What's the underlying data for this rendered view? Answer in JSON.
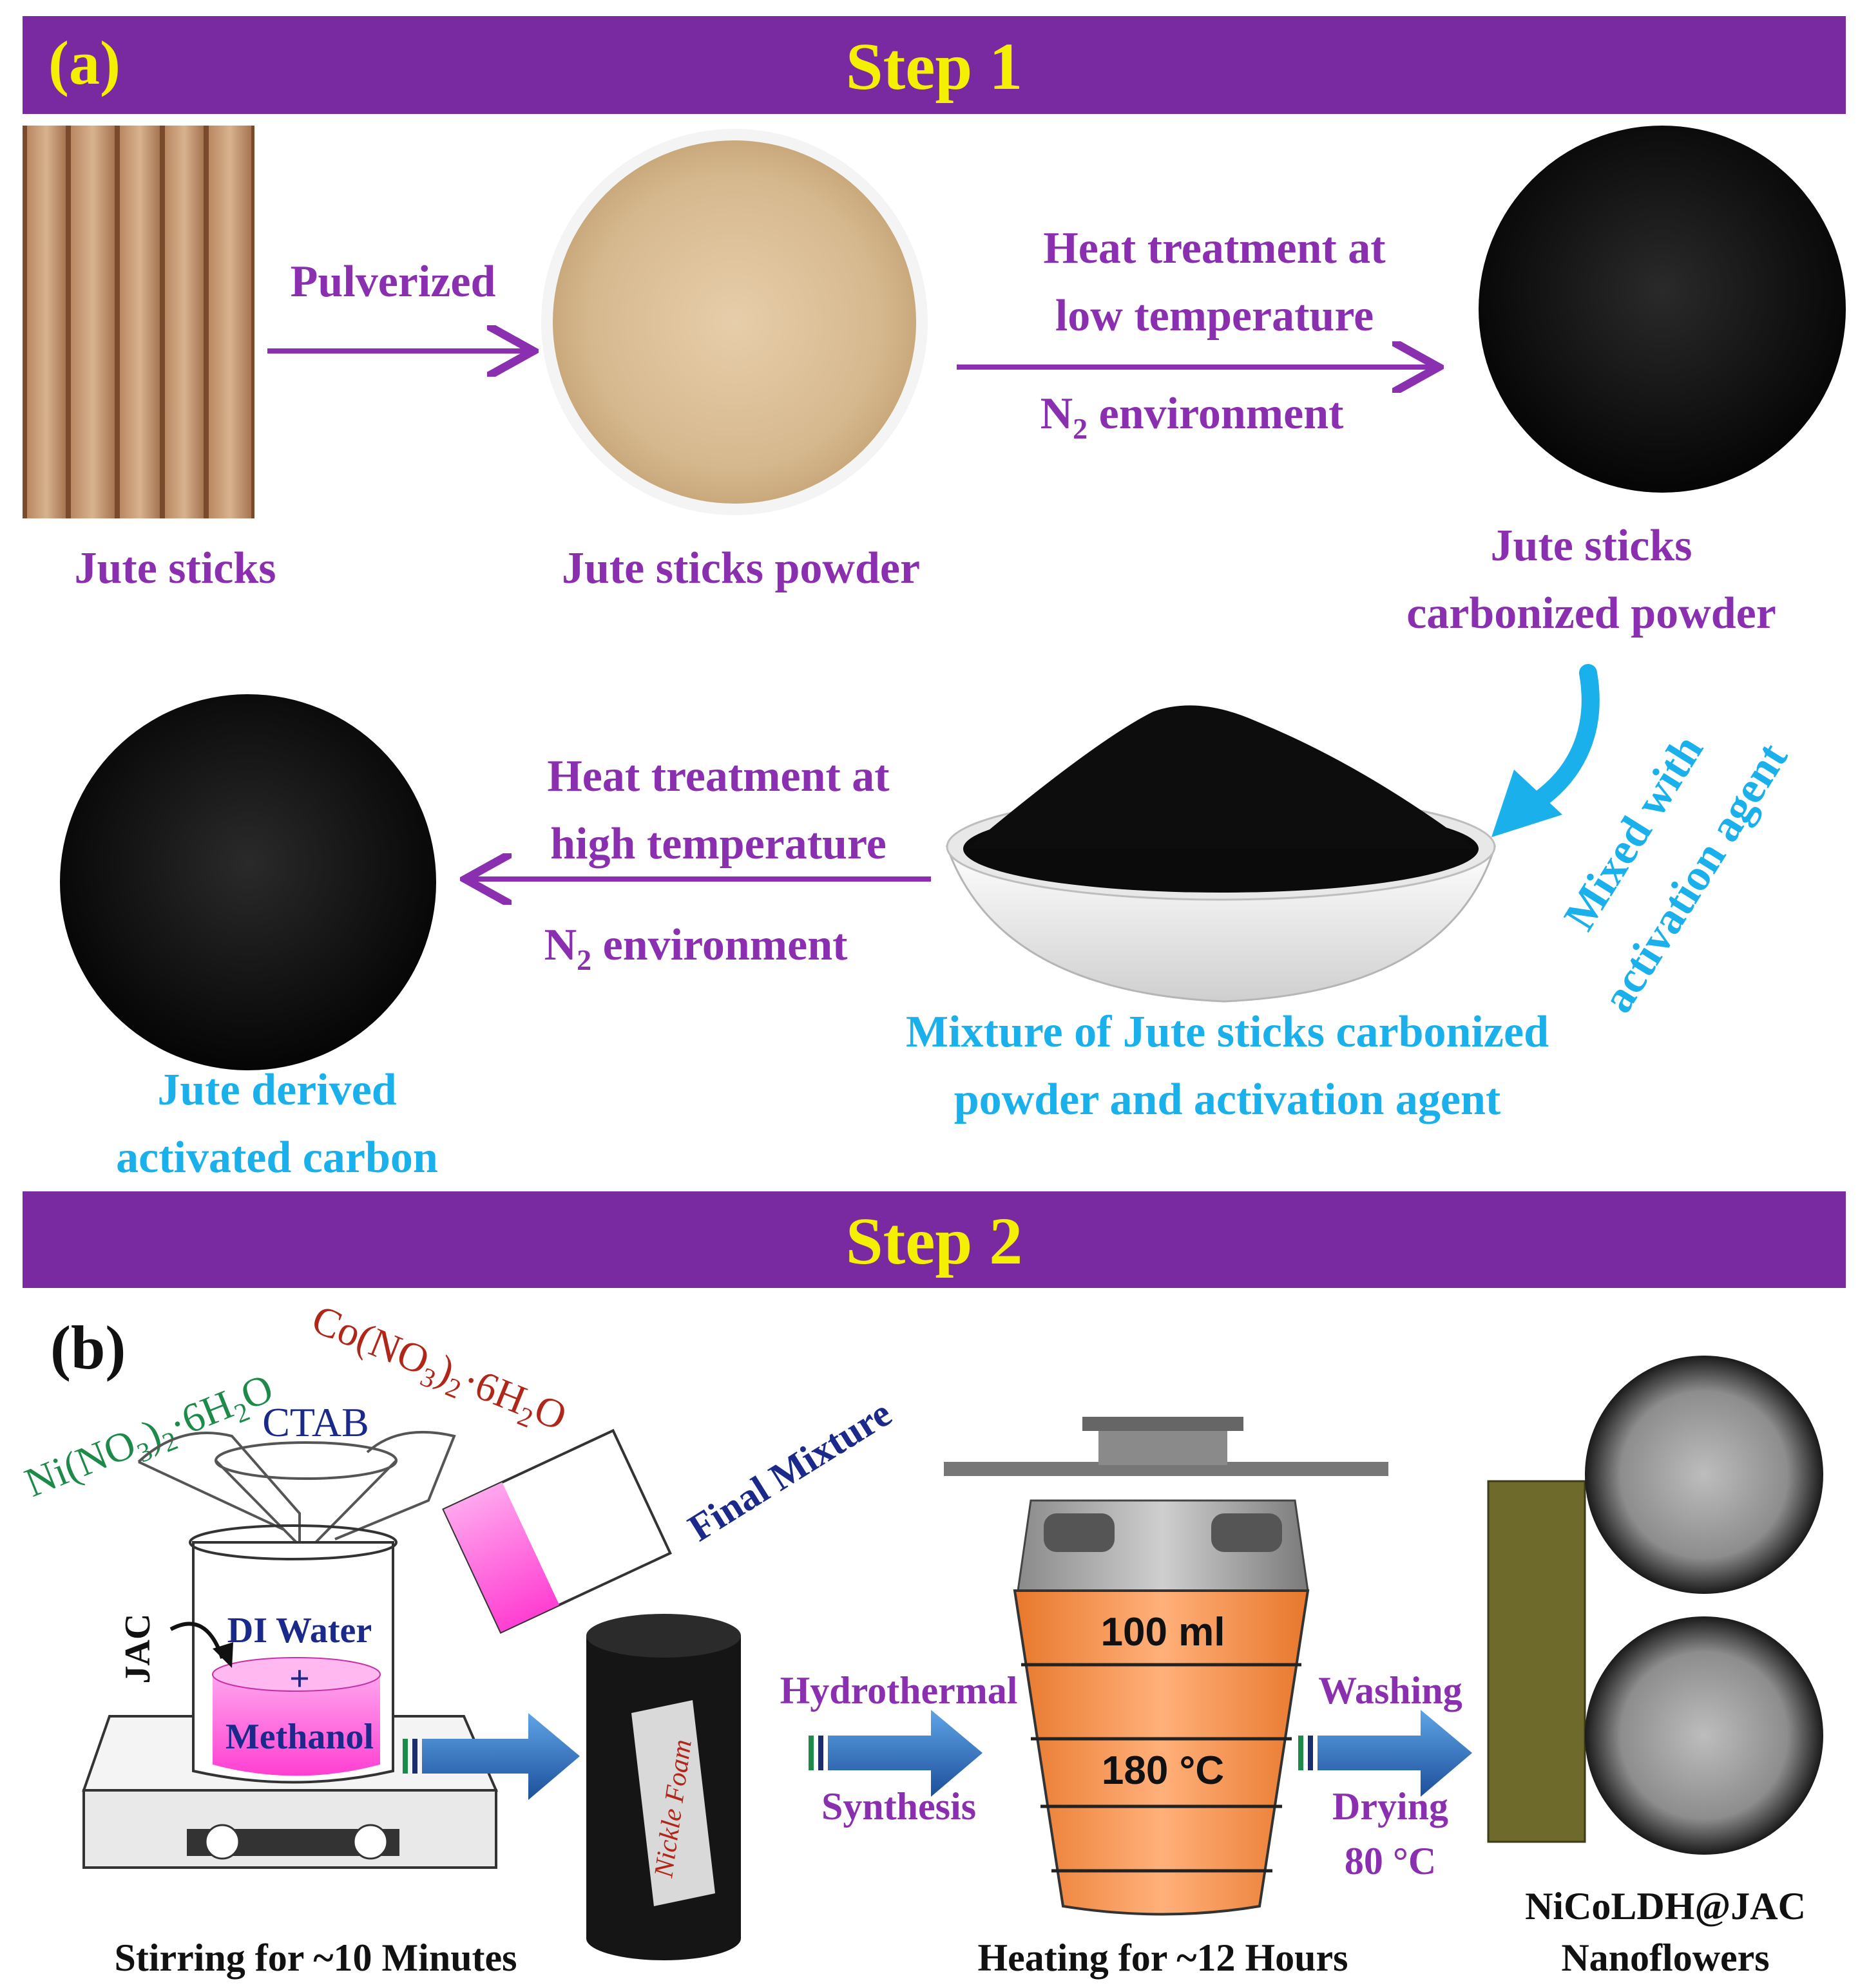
{
  "panel_a": {
    "label": "(a)",
    "header": "Step 1",
    "row1": {
      "jute_sticks": "Jute sticks",
      "arrow1": "Pulverized",
      "powder": "Jute sticks powder",
      "arrow2_line1": "Heat treatment at",
      "arrow2_line2": "low temperature",
      "arrow2_line3_base": "N",
      "arrow2_line3_sub": "2",
      "arrow2_line3_rest": " environment",
      "carbonized_line1": "Jute sticks",
      "carbonized_line2": "carbonized powder"
    },
    "row2": {
      "curve_line1": "Mixed with",
      "curve_line2": "activation agent",
      "mixture_line1": "Mixture of Jute sticks carbonized",
      "mixture_line2": "powder and activation agent",
      "arrow_line1": "Heat treatment at",
      "arrow_line2": "high temperature",
      "arrow_line3_base": "N",
      "arrow_line3_sub": "2",
      "arrow_line3_rest": " environment",
      "activated_line1": "Jute derived",
      "activated_line2": "activated carbon"
    }
  },
  "panel_b": {
    "label": "(b)",
    "header": "Step 2",
    "ni_salt": {
      "a": "Ni(NO",
      "s1": "3",
      "b": ")",
      "s2": "2",
      "c": "·6H",
      "s3": "2",
      "d": "O"
    },
    "co_salt": {
      "a": "Co(NO",
      "s1": "3",
      "b": ")",
      "s2": "2",
      "c": "·6H",
      "s3": "2",
      "d": "O"
    },
    "ctab": "CTAB",
    "jac": "JAC",
    "beaker_line1": "DI Water",
    "beaker_line2": "+",
    "beaker_line3": "Methanol",
    "final_mixture": "Final Mixture",
    "nickle_foam": "Nickle Foam",
    "stirring": "Stirring for ~10 Minutes",
    "hydro_line1": "Hydrothermal",
    "hydro_line2": "Synthesis",
    "volume": "100 ml",
    "temperature": "180 °C",
    "heating": "Heating for ~12 Hours",
    "wash_line1": "Washing",
    "wash_line2": "Drying",
    "wash_line3": "80 °C",
    "product_line1": "NiCoLDH@JAC",
    "product_line2": "Nanoflowers"
  },
  "colors": {
    "header_bar": "#7a2aa0",
    "header_text": "#f5f000",
    "purple_text": "#8a2fb0",
    "cyan_text": "#1ab0ec",
    "arrow_blue": "#1f5fae",
    "autoclave_orange": "#f28a3c",
    "beaker_pink": "#ff4fd8"
  }
}
